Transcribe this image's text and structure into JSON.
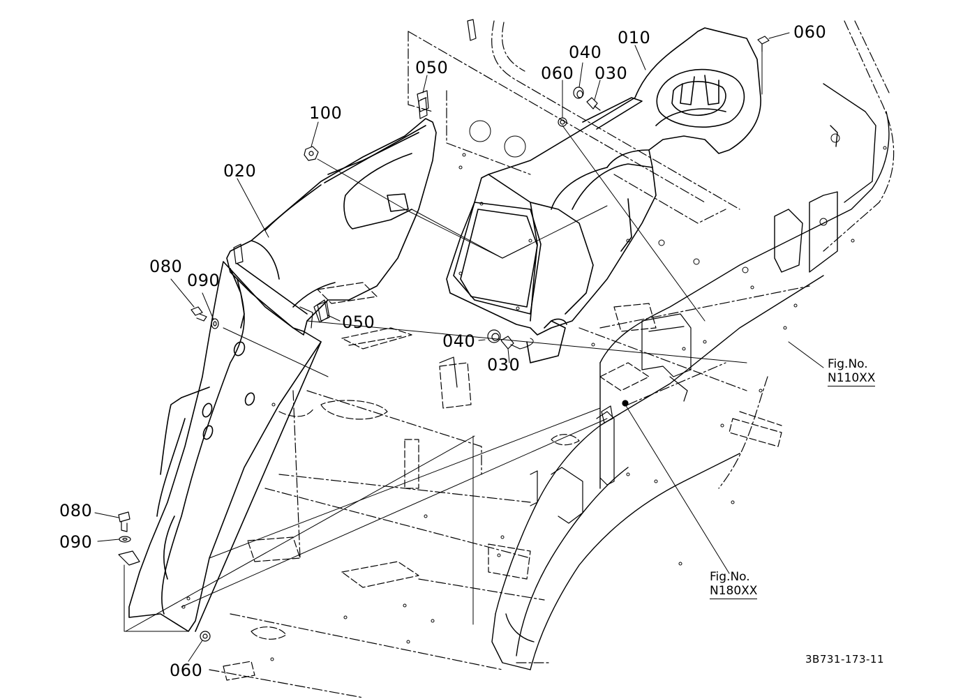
{
  "callouts": {
    "c010": "010",
    "c020": "020",
    "c030a": "030",
    "c030b": "030",
    "c040a": "040",
    "c040b": "040",
    "c050a": "050",
    "c050b": "050",
    "c060a": "060",
    "c060b": "060",
    "c060c": "060",
    "c080a": "080",
    "c080b": "080",
    "c090a": "090",
    "c090b": "090",
    "c100": "100"
  },
  "refs": {
    "n110": {
      "label": "Fig.No.",
      "code": "N110XX"
    },
    "n180": {
      "label": "Fig.No.",
      "code": "N180XX"
    }
  },
  "doc_id": "3B731-173-11"
}
